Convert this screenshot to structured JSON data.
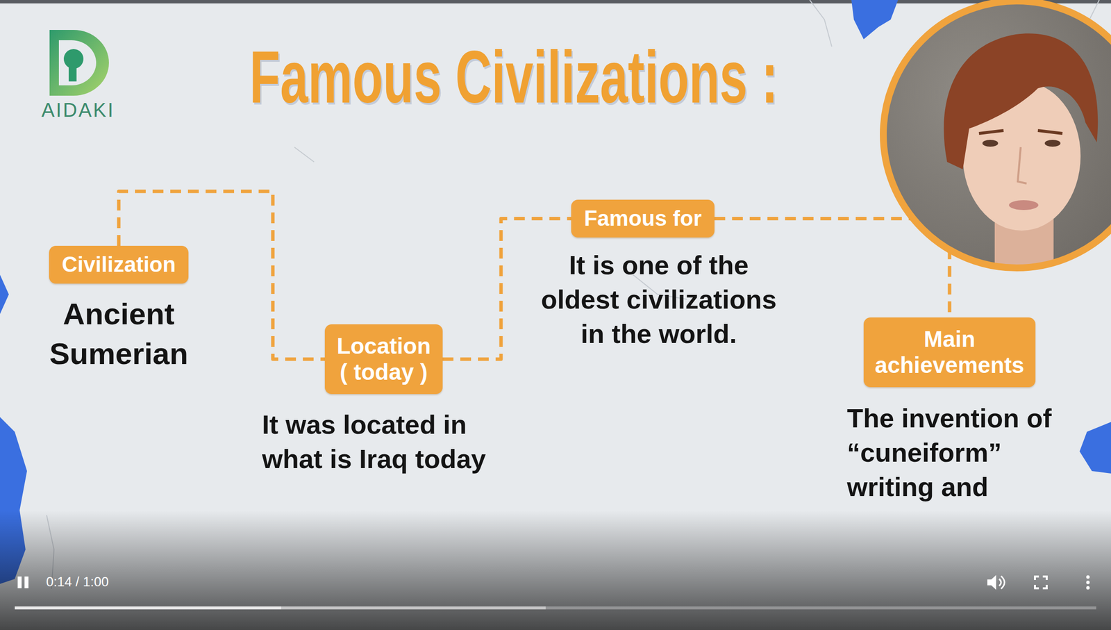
{
  "diagram": {
    "title": "Famous Civilizations :",
    "nodes": [
      {
        "text": [
          "Civilization",
          "Ancient Sumerian"
        ]
      },
      {
        "text": [
          "Location ( today )",
          "It was located in what is Iraq today"
        ]
      },
      {
        "text": [
          "Famous for",
          "It is one of the oldest civilizations in the world."
        ]
      },
      {
        "text": [
          "Main achievements",
          "The invention of “cuneiform” writing and"
        ]
      }
    ],
    "edges": [
      {
        "from": 0,
        "to": 1,
        "arrow": "none"
      },
      {
        "from": 1,
        "to": 2,
        "arrow": "none"
      },
      {
        "from": 2,
        "to": 3,
        "arrow": "none"
      }
    ],
    "labels": [
      "AIDAKI",
      "0:14 / 1:00"
    ]
  }
}
